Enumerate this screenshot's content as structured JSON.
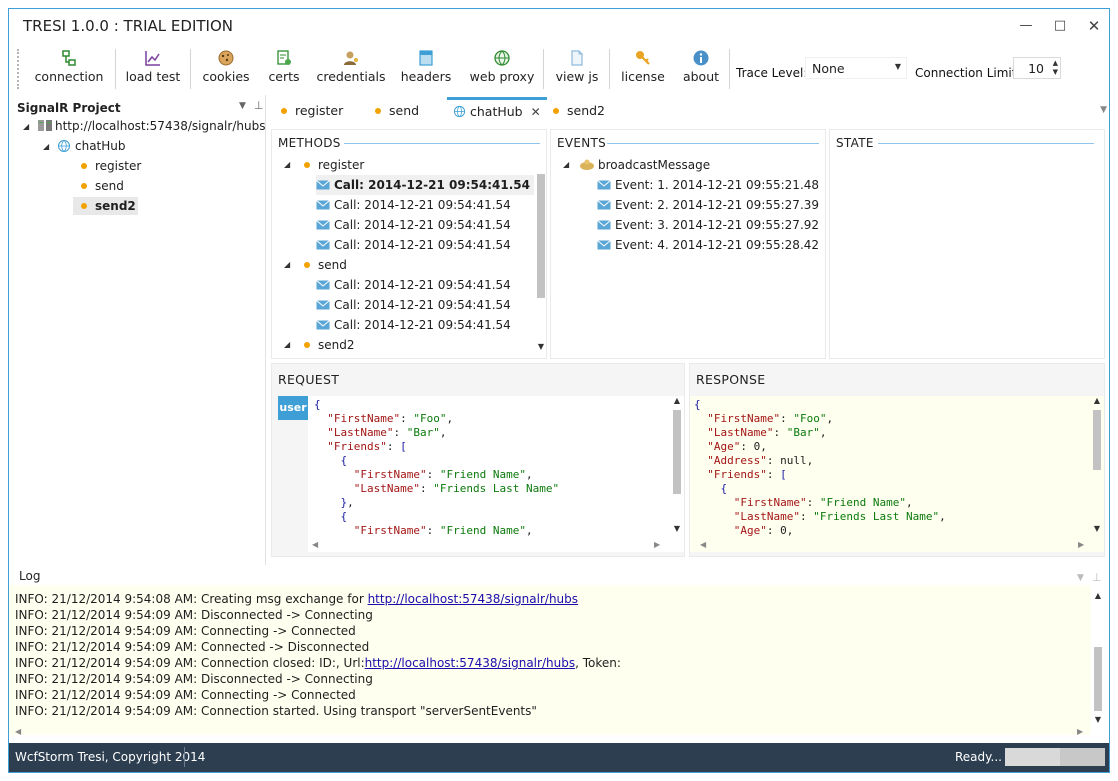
{
  "window": {
    "title": "TRESI 1.0.0 : TRIAL EDITION"
  },
  "toolbar": {
    "buttons": [
      {
        "label": "connection",
        "icon": "connection-icon"
      },
      {
        "label": "load test",
        "icon": "chart-icon"
      },
      {
        "label": "cookies",
        "icon": "cookie-icon"
      },
      {
        "label": "certs",
        "icon": "certificate-icon"
      },
      {
        "label": "credentials",
        "icon": "user-key-icon"
      },
      {
        "label": "headers",
        "icon": "headers-icon"
      },
      {
        "label": "web proxy",
        "icon": "globe-icon"
      },
      {
        "label": "view js",
        "icon": "document-icon"
      },
      {
        "label": "license",
        "icon": "key-icon"
      },
      {
        "label": "about",
        "icon": "info-icon"
      }
    ],
    "trace_level_label": "Trace Level:",
    "trace_level_value": "None",
    "connection_limit_label": "Connection Limit",
    "connection_limit_value": "10"
  },
  "project": {
    "header": "SignalR Project",
    "root": "http://localhost:57438/signalr/hubs",
    "hub": "chatHub",
    "methods": [
      "register",
      "send",
      "send2"
    ]
  },
  "tabs": [
    {
      "label": "register"
    },
    {
      "label": "send"
    },
    {
      "label": "chatHub"
    },
    {
      "label": "send2"
    }
  ],
  "methods_panel": {
    "title": "METHODS",
    "groups": [
      {
        "name": "register",
        "calls": [
          "Call: 2014-12-21 09:54:41.54",
          "Call: 2014-12-21 09:54:41.54",
          "Call: 2014-12-21 09:54:41.54",
          "Call: 2014-12-21 09:54:41.54"
        ]
      },
      {
        "name": "send",
        "calls": [
          "Call: 2014-12-21 09:54:41.54",
          "Call: 2014-12-21 09:54:41.54",
          "Call: 2014-12-21 09:54:41.54"
        ]
      },
      {
        "name": "send2",
        "calls": []
      }
    ]
  },
  "events_panel": {
    "title": "EVENTS",
    "event_name": "broadcastMessage",
    "items": [
      "Event: 1. 2014-12-21 09:55:21.48",
      "Event: 2. 2014-12-21 09:55:27.39",
      "Event: 3. 2014-12-21 09:55:27.92",
      "Event: 4. 2014-12-21 09:55:28.42"
    ]
  },
  "state_panel": {
    "title": "STATE"
  },
  "request_panel": {
    "title": "REQUEST",
    "user_tab": "user"
  },
  "response_panel": {
    "title": "RESPONSE"
  },
  "log": {
    "title": "Log",
    "lines": [
      {
        "text": "INFO: 21/12/2014 9:54:08 AM: Creating msg exchange for ",
        "link": "http://localhost:57438/signalr/hubs",
        "after": ""
      },
      {
        "text": "INFO: 21/12/2014 9:54:09 AM: Disconnected -> Connecting",
        "link": "",
        "after": ""
      },
      {
        "text": "INFO: 21/12/2014 9:54:09 AM: Connecting -> Connected",
        "link": "",
        "after": ""
      },
      {
        "text": "INFO: 21/12/2014 9:54:09 AM: Connected -> Disconnected",
        "link": "",
        "after": ""
      },
      {
        "text": "INFO: 21/12/2014 9:54:09 AM: Connection closed: ID:, Url:",
        "link": "http://localhost:57438/signalr/hubs",
        "after": ", Token:"
      },
      {
        "text": "INFO: 21/12/2014 9:54:09 AM: Disconnected -> Connecting",
        "link": "",
        "after": ""
      },
      {
        "text": "INFO: 21/12/2014 9:54:09 AM: Connecting -> Connected",
        "link": "",
        "after": ""
      },
      {
        "text": "INFO: 21/12/2014 9:54:09 AM: Connection started. Using transport \"serverSentEvents\"",
        "link": "",
        "after": ""
      }
    ]
  },
  "status": {
    "left": "WcfStorm Tresi, Copyright 2014",
    "right": "Ready...",
    "progress": 0.55
  },
  "colors": {
    "accent": "#3d9fd6",
    "status_bar": "#2c3e50",
    "dot": "#f2a200",
    "log_bg": "#fffff0"
  }
}
